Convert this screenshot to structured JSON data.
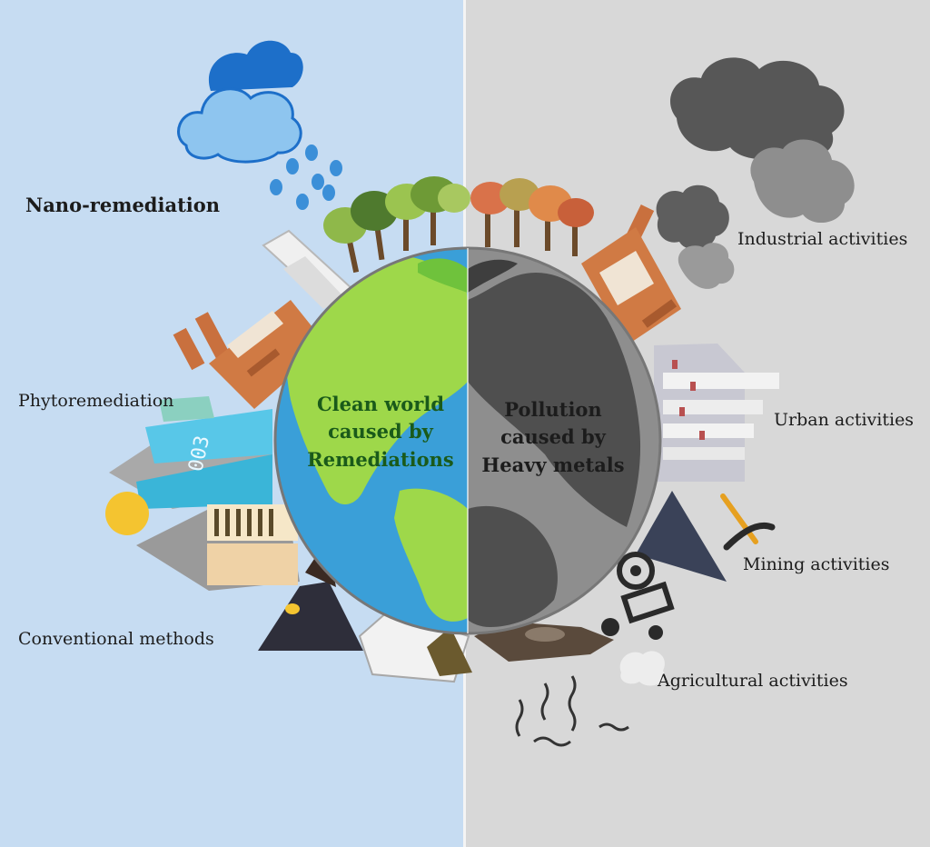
{
  "labels": {
    "nano_remediation": "Nano-remediation",
    "phytoremediation": "Phytoremediation",
    "conventional_methods": "Conventional methods",
    "industrial_activities": "Industrial activities",
    "urban_activities": "Urban activities",
    "mining_activities": "Mining activities",
    "agricultural_activities": "Agricultural  activities"
  },
  "globe": {
    "left_lines": [
      "Clean world",
      "caused by",
      "Remediations"
    ],
    "right_lines": [
      "Pollution",
      "caused by",
      "Heavy metals"
    ]
  },
  "colors": {
    "left_background": "#c6dcf2",
    "right_background": "#d8d8d8",
    "ocean": "#3a9fd8",
    "land_clean": "#9ed84a",
    "globe_polluted": "#8e8e8e",
    "land_polluted": "#4f4f4f",
    "clean_text": "#1a5a1a",
    "pollution_text": "#1c1c1c",
    "factory_orange": "#c9703e",
    "smoke_dark": "#555555",
    "cloud_blue": "#1d6fc9",
    "sun": "#f4c430"
  }
}
